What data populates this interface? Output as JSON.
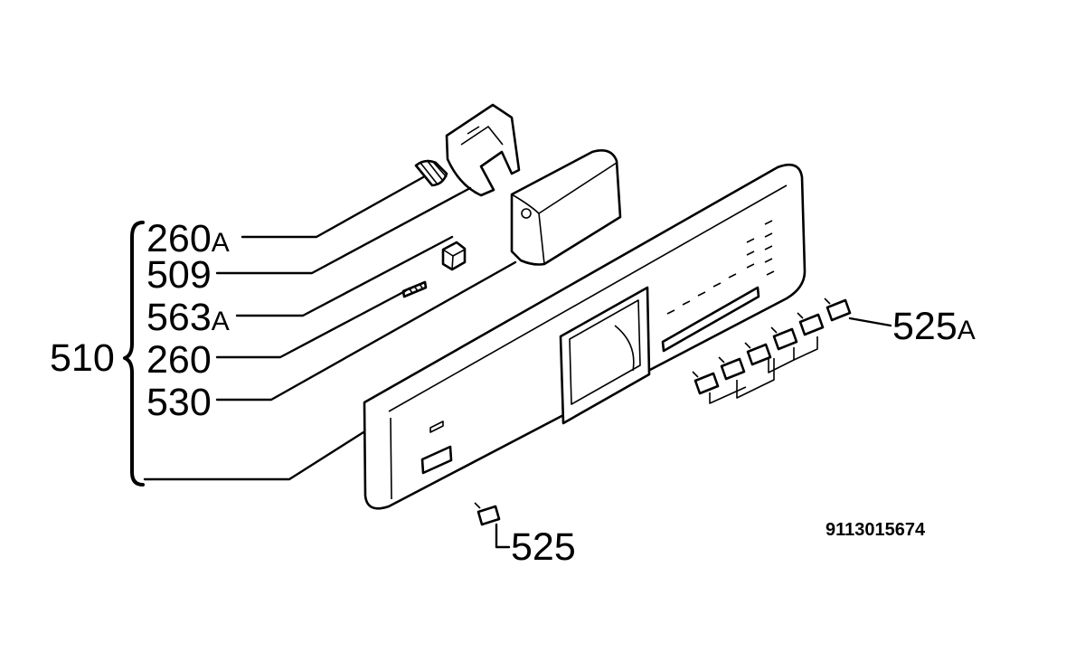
{
  "diagram": {
    "group_label": "510",
    "callouts": [
      {
        "id": "260A",
        "number": "260",
        "suffix": "A"
      },
      {
        "id": "509",
        "number": "509",
        "suffix": ""
      },
      {
        "id": "563A",
        "number": "563",
        "suffix": "A"
      },
      {
        "id": "260",
        "number": "260",
        "suffix": ""
      },
      {
        "id": "530",
        "number": "530",
        "suffix": ""
      },
      {
        "id": "525A",
        "number": "525",
        "suffix": "A"
      },
      {
        "id": "525",
        "number": "525",
        "suffix": ""
      }
    ],
    "drawing_code": "9113015674"
  },
  "icons": [
    "spring-icon",
    "bracket-icon",
    "clip-icon",
    "filter-icon",
    "knob-cap-icon",
    "control-panel-icon",
    "switch-icon"
  ]
}
